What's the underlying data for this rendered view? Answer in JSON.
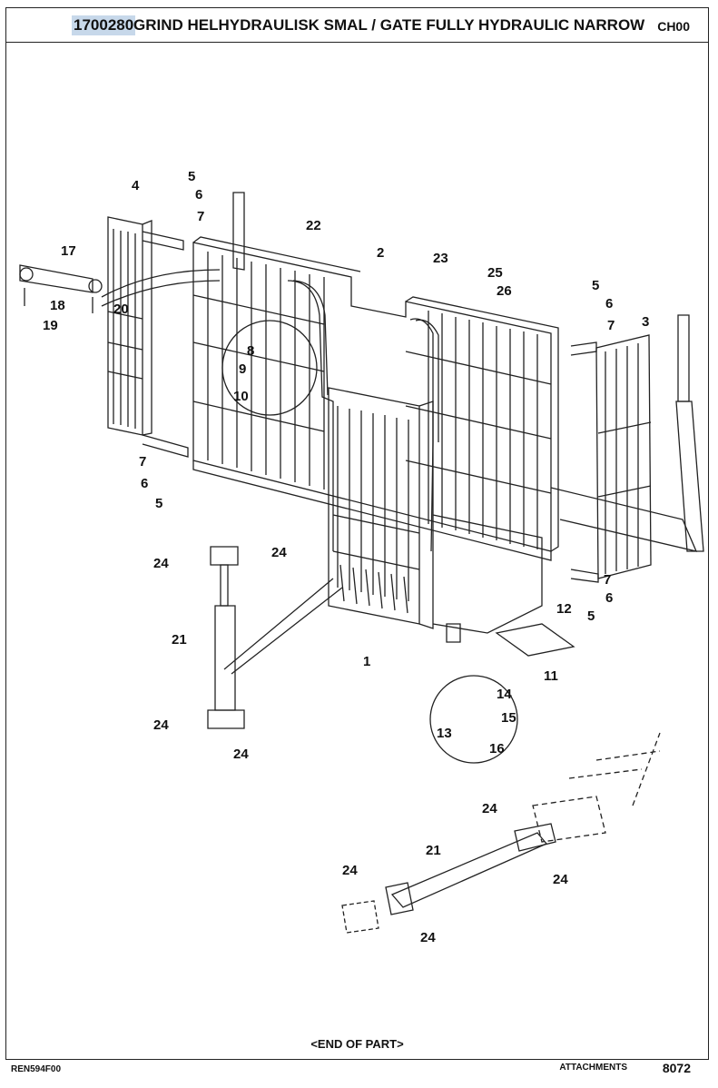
{
  "header": {
    "part_number": "1700280",
    "title": "GRIND HELHYDRAULISK SMAL / GATE FULLY HYDRAULIC NARROW",
    "section_code": "CH00"
  },
  "callouts": [
    "1",
    "2",
    "3",
    "4",
    "5",
    "6",
    "7",
    "8",
    "9",
    "10",
    "11",
    "12",
    "13",
    "14",
    "15",
    "16",
    "17",
    "18",
    "19",
    "20",
    "21",
    "22",
    "23",
    "24",
    "25",
    "26"
  ],
  "end_of_part": "<END OF PART>",
  "footer": {
    "drawing_ref": "REN594F00",
    "section_name": "ATTACHMENTS",
    "page_number": "8072"
  }
}
